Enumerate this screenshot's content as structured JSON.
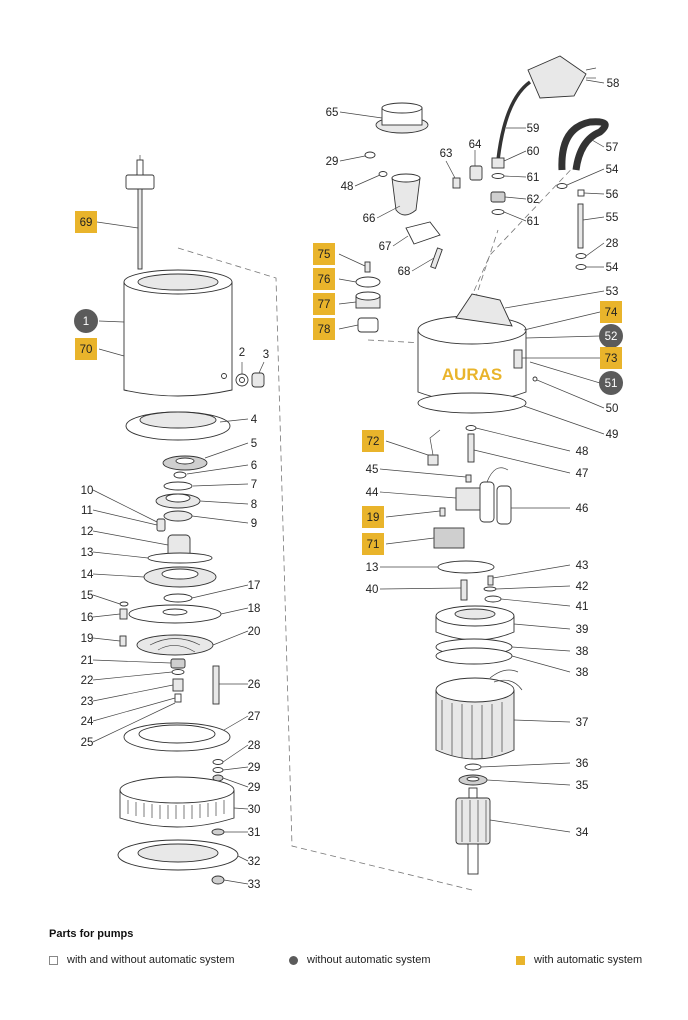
{
  "brand_label": "AURAS",
  "colors": {
    "accent_yellow": "#e9b42b",
    "badge_dark": "#5b5b5b",
    "line": "#333333"
  },
  "labels": [
    {
      "id": "l1",
      "text": "1",
      "style": "dark"
    },
    {
      "id": "l70",
      "text": "70",
      "style": "yellow"
    },
    {
      "id": "l69",
      "text": "69",
      "style": "yellow"
    },
    {
      "id": "l2",
      "text": "2",
      "style": "plain"
    },
    {
      "id": "l3",
      "text": "3",
      "style": "plain"
    },
    {
      "id": "l4",
      "text": "4",
      "style": "plain"
    },
    {
      "id": "l5",
      "text": "5",
      "style": "plain"
    },
    {
      "id": "l6",
      "text": "6",
      "style": "plain"
    },
    {
      "id": "l7",
      "text": "7",
      "style": "plain"
    },
    {
      "id": "l8",
      "text": "8",
      "style": "plain"
    },
    {
      "id": "l9",
      "text": "9",
      "style": "plain"
    },
    {
      "id": "l10",
      "text": "10",
      "style": "plain"
    },
    {
      "id": "l11",
      "text": "11",
      "style": "plain"
    },
    {
      "id": "l12",
      "text": "12",
      "style": "plain"
    },
    {
      "id": "l13a",
      "text": "13",
      "style": "plain"
    },
    {
      "id": "l14",
      "text": "14",
      "style": "plain"
    },
    {
      "id": "l15",
      "text": "15",
      "style": "plain"
    },
    {
      "id": "l16",
      "text": "16",
      "style": "plain"
    },
    {
      "id": "l17",
      "text": "17",
      "style": "plain"
    },
    {
      "id": "l18",
      "text": "18",
      "style": "plain"
    },
    {
      "id": "l19a",
      "text": "19",
      "style": "plain"
    },
    {
      "id": "l20",
      "text": "20",
      "style": "plain"
    },
    {
      "id": "l21",
      "text": "21",
      "style": "plain"
    },
    {
      "id": "l22",
      "text": "22",
      "style": "plain"
    },
    {
      "id": "l23",
      "text": "23",
      "style": "plain"
    },
    {
      "id": "l24",
      "text": "24",
      "style": "plain"
    },
    {
      "id": "l25",
      "text": "25",
      "style": "plain"
    },
    {
      "id": "l26",
      "text": "26",
      "style": "plain"
    },
    {
      "id": "l27",
      "text": "27",
      "style": "plain"
    },
    {
      "id": "l28a",
      "text": "28",
      "style": "plain"
    },
    {
      "id": "l29a",
      "text": "29",
      "style": "plain"
    },
    {
      "id": "l29b",
      "text": "29",
      "style": "plain"
    },
    {
      "id": "l30",
      "text": "30",
      "style": "plain"
    },
    {
      "id": "l31",
      "text": "31",
      "style": "plain"
    },
    {
      "id": "l32",
      "text": "32",
      "style": "plain"
    },
    {
      "id": "l33",
      "text": "33",
      "style": "plain"
    },
    {
      "id": "l65",
      "text": "65",
      "style": "plain"
    },
    {
      "id": "l29c",
      "text": "29",
      "style": "plain"
    },
    {
      "id": "l48a",
      "text": "48",
      "style": "plain"
    },
    {
      "id": "l66",
      "text": "66",
      "style": "plain"
    },
    {
      "id": "l67",
      "text": "67",
      "style": "plain"
    },
    {
      "id": "l68",
      "text": "68",
      "style": "plain"
    },
    {
      "id": "l63",
      "text": "63",
      "style": "plain"
    },
    {
      "id": "l64",
      "text": "64",
      "style": "plain"
    },
    {
      "id": "l58",
      "text": "58",
      "style": "plain"
    },
    {
      "id": "l59",
      "text": "59",
      "style": "plain"
    },
    {
      "id": "l60",
      "text": "60",
      "style": "plain"
    },
    {
      "id": "l61a",
      "text": "61",
      "style": "plain"
    },
    {
      "id": "l62",
      "text": "62",
      "style": "plain"
    },
    {
      "id": "l61b",
      "text": "61",
      "style": "plain"
    },
    {
      "id": "l57",
      "text": "57",
      "style": "plain"
    },
    {
      "id": "l54a",
      "text": "54",
      "style": "plain"
    },
    {
      "id": "l56",
      "text": "56",
      "style": "plain"
    },
    {
      "id": "l55",
      "text": "55",
      "style": "plain"
    },
    {
      "id": "l28b",
      "text": "28",
      "style": "plain"
    },
    {
      "id": "l54b",
      "text": "54",
      "style": "plain"
    },
    {
      "id": "l53",
      "text": "53",
      "style": "plain"
    },
    {
      "id": "l74",
      "text": "74",
      "style": "yellow"
    },
    {
      "id": "l52",
      "text": "52",
      "style": "dark"
    },
    {
      "id": "l73",
      "text": "73",
      "style": "yellow"
    },
    {
      "id": "l51",
      "text": "51",
      "style": "dark"
    },
    {
      "id": "l50",
      "text": "50",
      "style": "plain"
    },
    {
      "id": "l49",
      "text": "49",
      "style": "plain"
    },
    {
      "id": "l75",
      "text": "75",
      "style": "yellow"
    },
    {
      "id": "l76",
      "text": "76",
      "style": "yellow"
    },
    {
      "id": "l77",
      "text": "77",
      "style": "yellow"
    },
    {
      "id": "l78",
      "text": "78",
      "style": "yellow"
    },
    {
      "id": "l72",
      "text": "72",
      "style": "yellow"
    },
    {
      "id": "l48b",
      "text": "48",
      "style": "plain"
    },
    {
      "id": "l47",
      "text": "47",
      "style": "plain"
    },
    {
      "id": "l45",
      "text": "45",
      "style": "plain"
    },
    {
      "id": "l44",
      "text": "44",
      "style": "plain"
    },
    {
      "id": "l46",
      "text": "46",
      "style": "plain"
    },
    {
      "id": "l19b",
      "text": "19",
      "style": "yellow"
    },
    {
      "id": "l71",
      "text": "71",
      "style": "yellow"
    },
    {
      "id": "l13b",
      "text": "13",
      "style": "plain"
    },
    {
      "id": "l43",
      "text": "43",
      "style": "plain"
    },
    {
      "id": "l40",
      "text": "40",
      "style": "plain"
    },
    {
      "id": "l42",
      "text": "42",
      "style": "plain"
    },
    {
      "id": "l41",
      "text": "41",
      "style": "plain"
    },
    {
      "id": "l39",
      "text": "39",
      "style": "plain"
    },
    {
      "id": "l38a",
      "text": "38",
      "style": "plain"
    },
    {
      "id": "l38b",
      "text": "38",
      "style": "plain"
    },
    {
      "id": "l37",
      "text": "37",
      "style": "plain"
    },
    {
      "id": "l36",
      "text": "36",
      "style": "plain"
    },
    {
      "id": "l35",
      "text": "35",
      "style": "plain"
    },
    {
      "id": "l34",
      "text": "34",
      "style": "plain"
    }
  ],
  "legend": {
    "title": "Parts for pumps",
    "items": [
      {
        "text": "with and without automatic system",
        "swatch": "white"
      },
      {
        "text": "without automatic system",
        "swatch": "dark"
      },
      {
        "text": "with automatic system",
        "swatch": "yellow"
      }
    ]
  }
}
